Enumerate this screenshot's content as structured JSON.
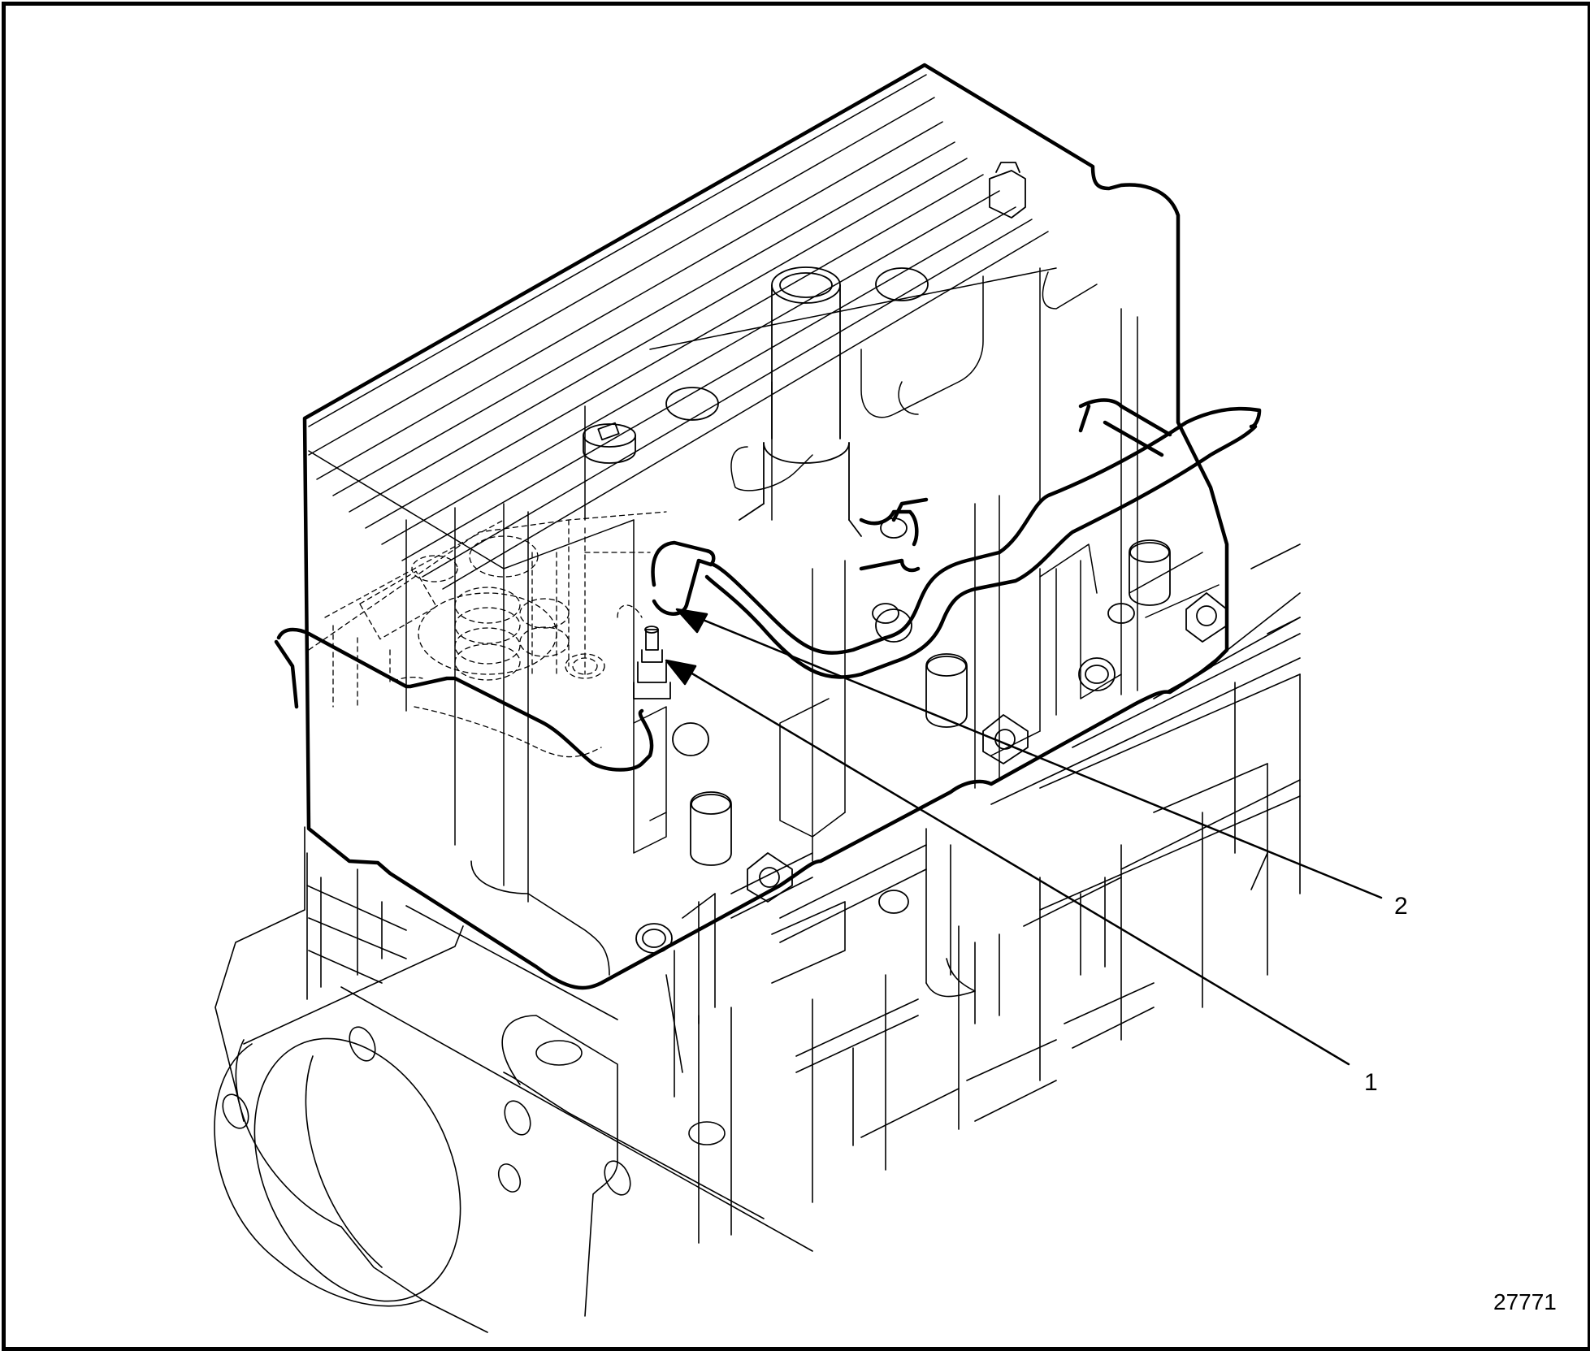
{
  "figure": {
    "subject": "Cylinder head assembly on engine block with breather tube",
    "figure_number": "27771",
    "style": "technical line illustration",
    "colors": {
      "line": "#000000",
      "background": "#ffffff"
    }
  },
  "callouts": [
    {
      "id": "1",
      "label": "1",
      "target": "fitting / connector on cylinder head (lower arrow)"
    },
    {
      "id": "2",
      "label": "2",
      "target": "tube end / hose elbow (upper arrow)"
    }
  ]
}
